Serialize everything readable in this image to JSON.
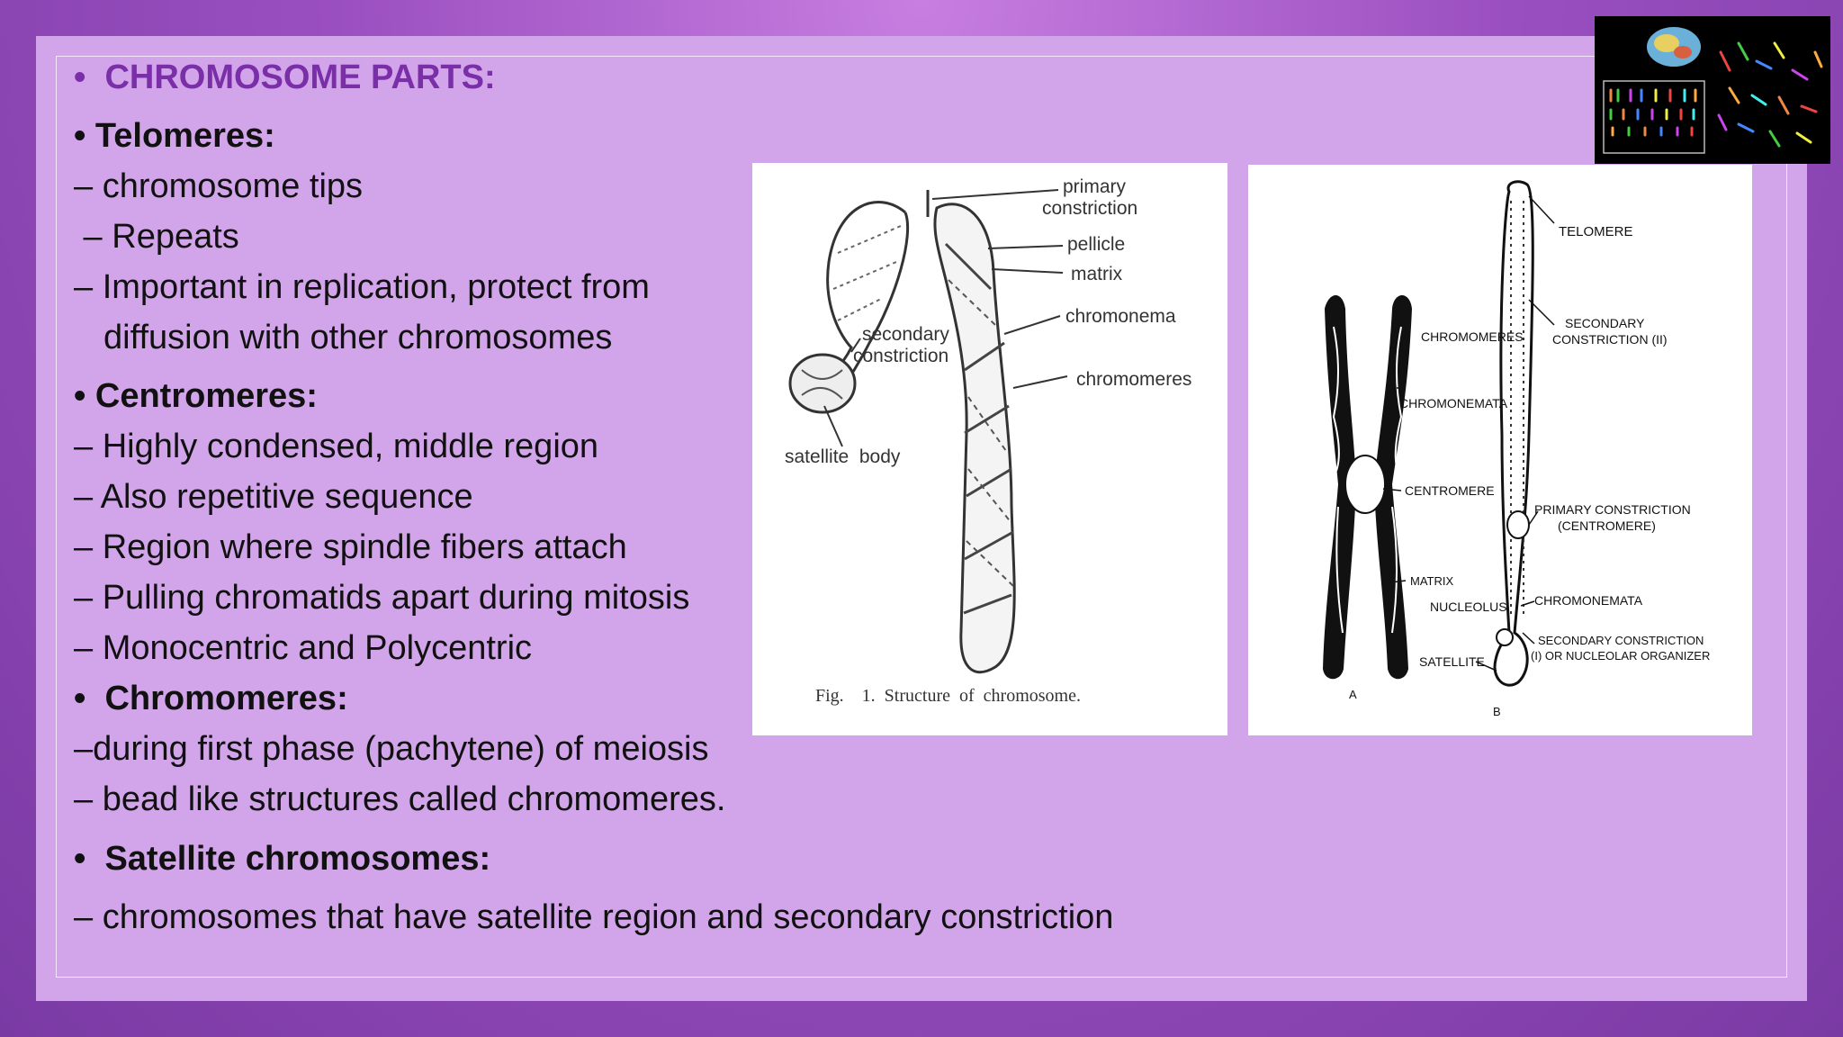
{
  "slide": {
    "heading": "CHROMOSOME PARTS:",
    "telomeres": {
      "title": "Telomeres:",
      "lines": [
        "– chromosome tips",
        " – Repeats",
        "– Important in replication, protect from",
        "diffusion with other chromosomes"
      ]
    },
    "centromeres": {
      "title": "Centromeres:",
      "lines": [
        "– Highly condensed, middle region",
        "– Also repetitive sequence",
        "– Region where spindle fibers attach",
        "– Pulling chromatids apart during mitosis",
        "– Monocentric and Polycentric"
      ]
    },
    "chromomeres": {
      "title": "Chromomeres:",
      "lines": [
        "–during first phase (pachytene) of meiosis",
        "– bead like structures called chromomeres."
      ]
    },
    "satellite": {
      "title": "Satellite chromosomes:",
      "lines": [
        "– chromosomes that have satellite region and secondary constriction"
      ]
    },
    "bullet": "•"
  },
  "figure1": {
    "labels": {
      "primary": "primary",
      "constriction": "constriction",
      "pellicle": "pellicle",
      "matrix": "matrix",
      "chromonema": "chromonema",
      "secondary": "secondary",
      "constriction2": "constriction",
      "chromomeres": "chromomeres",
      "satellite_body": "satellite  body"
    },
    "caption": "Fig.    1.  Structure  of  chromosome."
  },
  "figure2": {
    "labels": {
      "telomere": "TELOMERE",
      "secondary1": "SECONDARY",
      "secondary1b": "CONSTRICTION (II)",
      "chromomeres": "CHROMOMERES",
      "chromonemata": "CHROMONEMATA",
      "centromere": "CENTROMERE",
      "primary": "PRIMARY CONSTRICTION",
      "primaryb": "(CENTROMERE)",
      "matrix": "MATRIX",
      "nucleolus": "NUCLEOLUS",
      "chromonemata2": "CHROMONEMATA",
      "secondary2": "SECONDARY CONSTRICTION",
      "secondary2b": "(I) OR NUCLEOLAR ORGANIZER",
      "satellite": "SATELLITE",
      "a": "A",
      "b": "B"
    }
  }
}
